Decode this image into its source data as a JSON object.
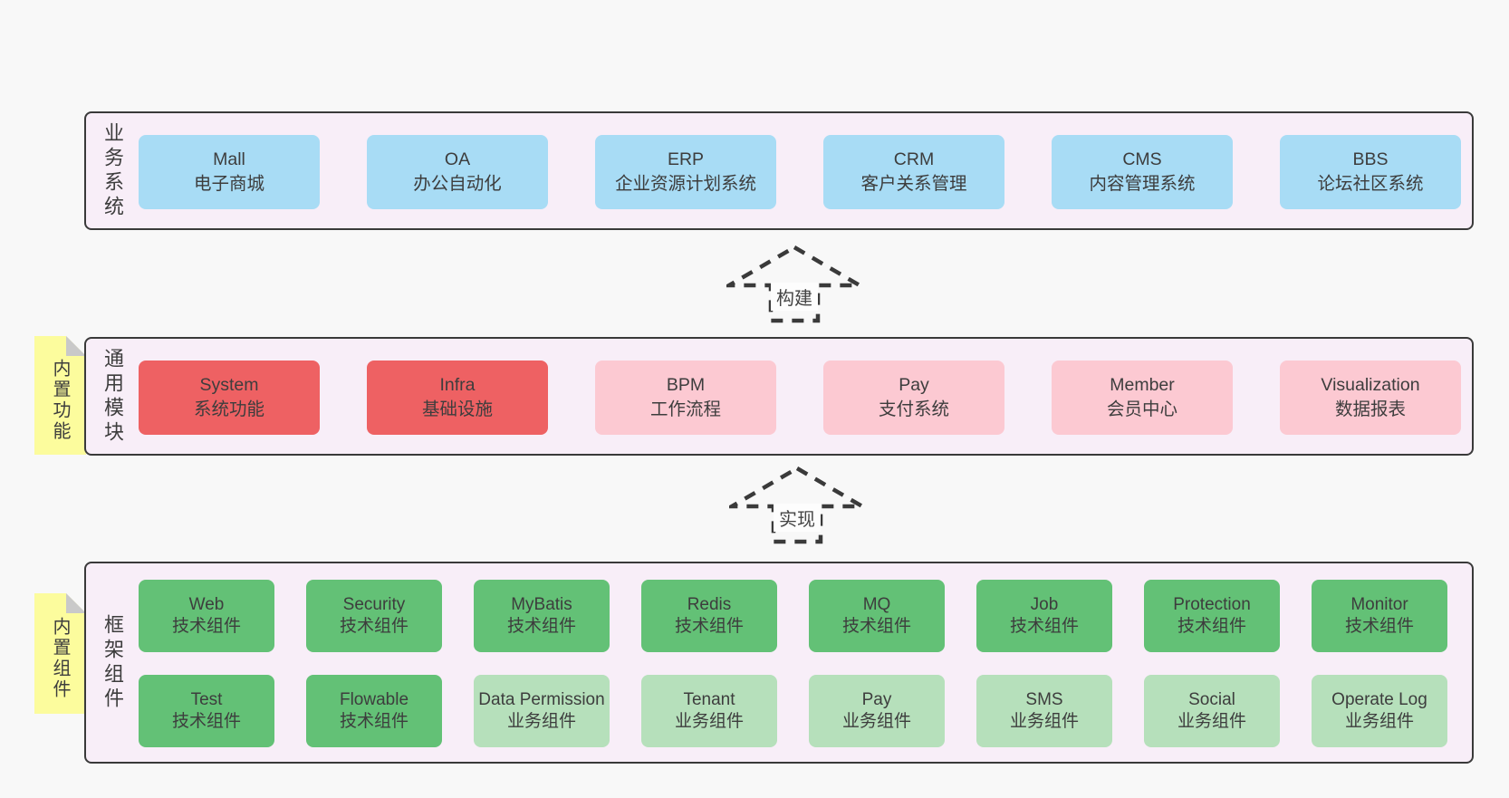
{
  "diagram": {
    "type": "layered-architecture",
    "language": "zh-CN"
  },
  "colors": {
    "page_bg": "#f8f8f8",
    "container_bg": "#f8eef8",
    "container_border": "#3a3a3a",
    "blue_box": "#a8dcf5",
    "red_box": "#ee6163",
    "pink_box": "#fcc9d2",
    "green_box": "#63c176",
    "light_green_box": "#b6e0bb",
    "note_yellow": "#fcfc9d",
    "note_fold": "#c9c9c9",
    "text": "#3d3d3d"
  },
  "arrows": {
    "build": {
      "label": "构建"
    },
    "implement": {
      "label": "实现"
    }
  },
  "layers": {
    "business": {
      "label": "业务系统",
      "items": [
        {
          "title": "Mall",
          "subtitle": "电子商城"
        },
        {
          "title": "OA",
          "subtitle": "办公自动化"
        },
        {
          "title": "ERP",
          "subtitle": "企业资源计划系统"
        },
        {
          "title": "CRM",
          "subtitle": "客户关系管理"
        },
        {
          "title": "CMS",
          "subtitle": "内容管理系统"
        },
        {
          "title": "BBS",
          "subtitle": "论坛社区系统"
        }
      ]
    },
    "common": {
      "label": "通用模块",
      "note": "内置功能",
      "items": [
        {
          "title": "System",
          "subtitle": "系统功能",
          "variant": "red"
        },
        {
          "title": "Infra",
          "subtitle": "基础设施",
          "variant": "red"
        },
        {
          "title": "BPM",
          "subtitle": "工作流程",
          "variant": "pink"
        },
        {
          "title": "Pay",
          "subtitle": "支付系统",
          "variant": "pink"
        },
        {
          "title": "Member",
          "subtitle": "会员中心",
          "variant": "pink"
        },
        {
          "title": "Visualization",
          "subtitle": "数据报表",
          "variant": "pink"
        }
      ]
    },
    "framework": {
      "label": "框架组件",
      "note": "内置组件",
      "row1": [
        {
          "title": "Web",
          "subtitle": "技术组件",
          "variant": "green"
        },
        {
          "title": "Security",
          "subtitle": "技术组件",
          "variant": "green"
        },
        {
          "title": "MyBatis",
          "subtitle": "技术组件",
          "variant": "green"
        },
        {
          "title": "Redis",
          "subtitle": "技术组件",
          "variant": "green"
        },
        {
          "title": "MQ",
          "subtitle": "技术组件",
          "variant": "green"
        },
        {
          "title": "Job",
          "subtitle": "技术组件",
          "variant": "green"
        },
        {
          "title": "Protection",
          "subtitle": "技术组件",
          "variant": "green"
        },
        {
          "title": "Monitor",
          "subtitle": "技术组件",
          "variant": "green"
        }
      ],
      "row2": [
        {
          "title": "Test",
          "subtitle": "技术组件",
          "variant": "green"
        },
        {
          "title": "Flowable",
          "subtitle": "技术组件",
          "variant": "green"
        },
        {
          "title": "Data Permission",
          "subtitle": "业务组件",
          "variant": "lightgreen"
        },
        {
          "title": "Tenant",
          "subtitle": "业务组件",
          "variant": "lightgreen"
        },
        {
          "title": "Pay",
          "subtitle": "业务组件",
          "variant": "lightgreen"
        },
        {
          "title": "SMS",
          "subtitle": "业务组件",
          "variant": "lightgreen"
        },
        {
          "title": "Social",
          "subtitle": "业务组件",
          "variant": "lightgreen"
        },
        {
          "title": "Operate Log",
          "subtitle": "业务组件",
          "variant": "lightgreen"
        }
      ]
    }
  }
}
